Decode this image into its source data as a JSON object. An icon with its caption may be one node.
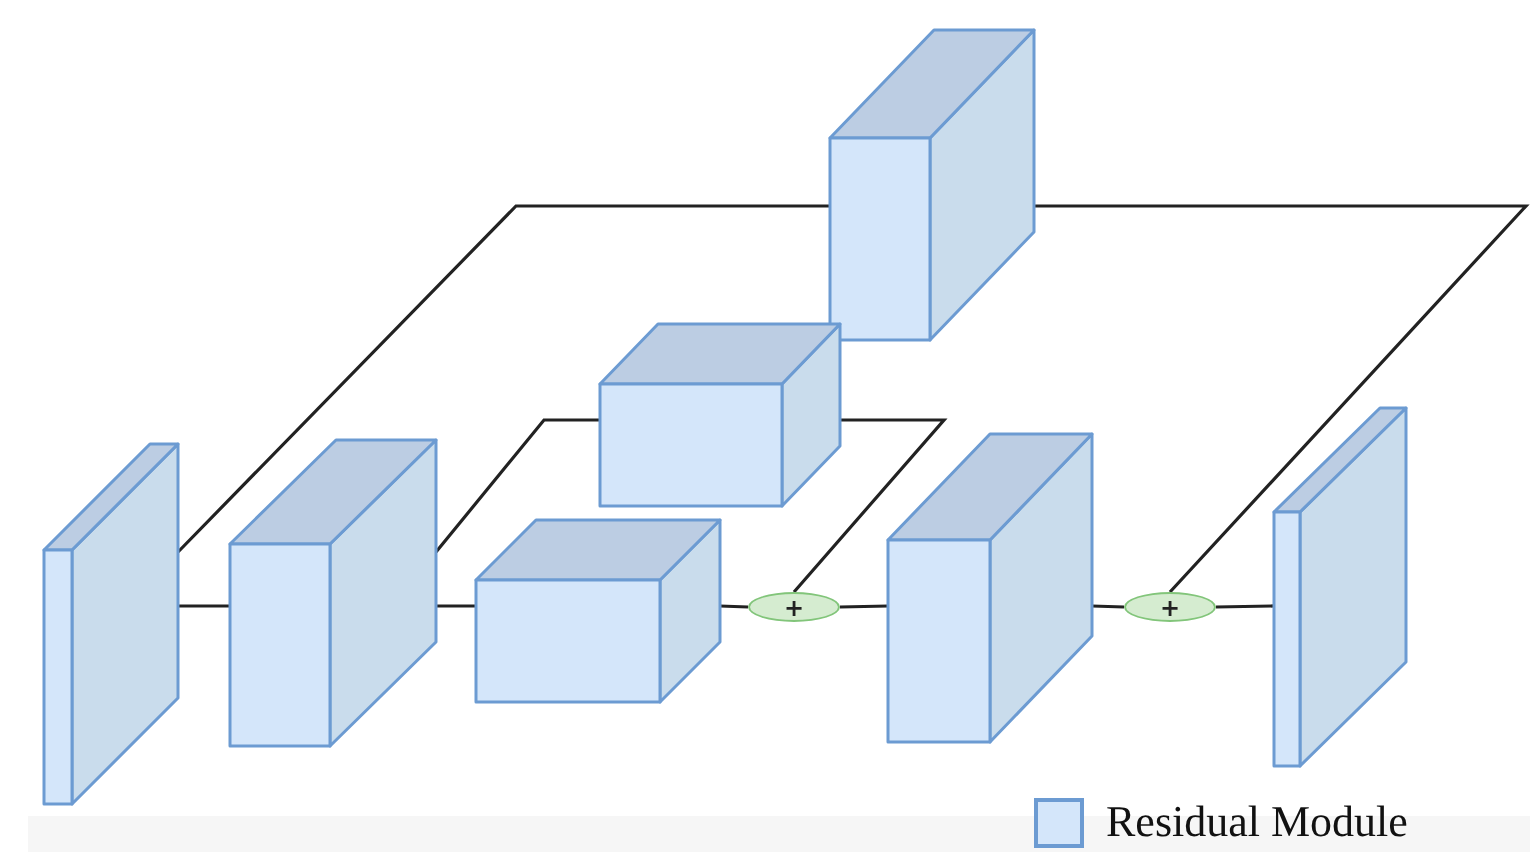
{
  "diagram": {
    "nodes": [
      {
        "text": [],
        "shape": "box"
      },
      {
        "text": [],
        "shape": "box"
      },
      {
        "text": [],
        "shape": "box"
      },
      {
        "text": [],
        "shape": "box"
      },
      {
        "text": [],
        "shape": "box"
      },
      {
        "text": [
          "+"
        ]
      },
      {
        "text": [],
        "shape": "box"
      },
      {
        "text": [
          "+"
        ]
      },
      {
        "text": [],
        "shape": "box"
      }
    ],
    "edges": [
      {
        "from": 0,
        "to": 1,
        "arrow": "none"
      },
      {
        "from": 0,
        "to": 2,
        "arrow": "none"
      },
      {
        "from": 1,
        "to": 4,
        "arrow": "none"
      },
      {
        "from": 1,
        "to": 3,
        "arrow": "none"
      },
      {
        "from": 2,
        "to": 7,
        "arrow": "none"
      },
      {
        "from": 3,
        "to": 5,
        "arrow": "none"
      },
      {
        "from": 4,
        "to": 5,
        "arrow": "none"
      },
      {
        "from": 5,
        "to": 6,
        "arrow": "none"
      },
      {
        "from": 6,
        "to": 7,
        "arrow": "none"
      },
      {
        "from": 7,
        "to": 8,
        "arrow": "none"
      }
    ],
    "legend": [
      {
        "text": "Residual Module",
        "color": "#d4e6fa"
      }
    ]
  }
}
